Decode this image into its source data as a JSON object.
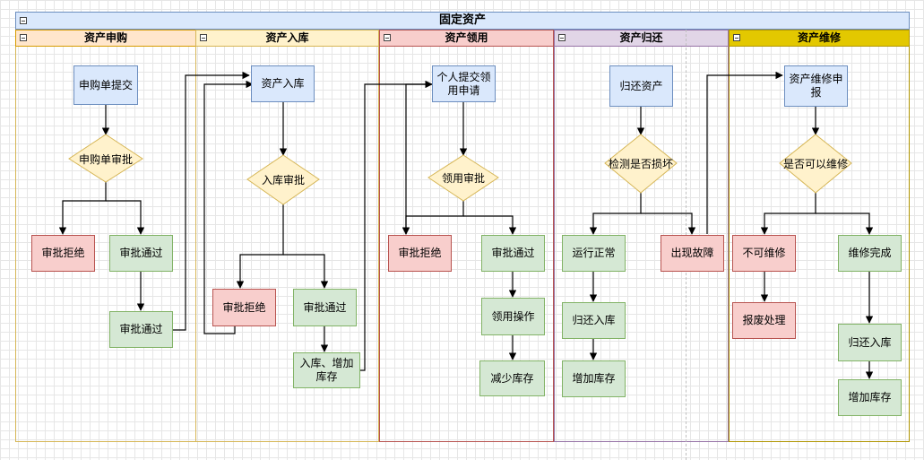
{
  "pool": {
    "title": "固定资产"
  },
  "lanes": [
    {
      "title": "资产申购"
    },
    {
      "title": "资产入库"
    },
    {
      "title": "资产领用"
    },
    {
      "title": "资产归还"
    },
    {
      "title": "资产维修"
    }
  ],
  "nodes": {
    "purchase_submit": "申购单提交",
    "purchase_review": "申购单审批",
    "purchase_reject": "审批拒绝",
    "purchase_pass": "审批通过",
    "purchase_pass2": "审批通过",
    "stock_in": "资产入库",
    "stock_review": "入库审批",
    "stock_reject": "审批拒绝",
    "stock_pass": "审批通过",
    "stock_add": "入库、增加库存",
    "use_apply": "个人提交领用申请",
    "use_review": "领用审批",
    "use_reject": "审批拒绝",
    "use_pass": "审批通过",
    "use_operate": "领用操作",
    "use_reduce": "减少库存",
    "return_asset": "归还资产",
    "return_check": "检测是否损坏",
    "return_ok": "运行正常",
    "return_fault": "出现故障",
    "return_stock": "归还入库",
    "return_add": "增加库存",
    "repair_apply": "资产维修申报",
    "repair_check": "是否可以维修",
    "repair_no": "不可维修",
    "repair_scrap": "报废处理",
    "repair_done": "维修完成",
    "repair_stock": "归还入库",
    "repair_add": "增加库存"
  },
  "colors": {
    "blue_fill": "#dae8fc",
    "green_fill": "#d5e8d4",
    "red_fill": "#f8cecc",
    "diamond_fill": "#fff2cc",
    "lane1": "#ffe6cc",
    "lane2": "#fff2cc",
    "lane3": "#f8cecc",
    "lane4": "#e1d5e7",
    "lane5": "#e3c800"
  }
}
